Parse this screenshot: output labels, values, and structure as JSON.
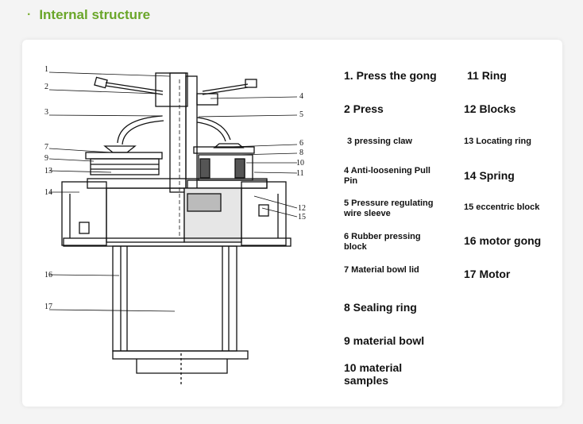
{
  "header": {
    "title": "Internal structure",
    "bullet": "·"
  },
  "callouts": [
    "1",
    "2",
    "3",
    "4",
    "5",
    "6",
    "7",
    "8",
    "9",
    "10",
    "11",
    "12",
    "13",
    "14",
    "15",
    "16",
    "17"
  ],
  "legend": [
    {
      "id": "1",
      "text": "1. Press the gong"
    },
    {
      "id": "2",
      "text": "2 Press"
    },
    {
      "id": "3",
      "text": "3 pressing claw"
    },
    {
      "id": "4",
      "text": "4 Anti-loosening Pull Pin"
    },
    {
      "id": "5",
      "text": "5 Pressure regulating wire sleeve"
    },
    {
      "id": "6",
      "text": "6 Rubber pressing block"
    },
    {
      "id": "7",
      "text": "7 Material bowl lid"
    },
    {
      "id": "8",
      "text": "8 Sealing ring"
    },
    {
      "id": "9",
      "text": "9 material bowl"
    },
    {
      "id": "10",
      "text": "10 material samples"
    },
    {
      "id": "11",
      "text": "11 Ring"
    },
    {
      "id": "12",
      "text": "12 Blocks"
    },
    {
      "id": "13",
      "text": "13 Locating ring"
    },
    {
      "id": "14",
      "text": "14 Spring"
    },
    {
      "id": "15",
      "text": "15 eccentric block"
    },
    {
      "id": "16",
      "text": "16 motor gong"
    },
    {
      "id": "17",
      "text": "17 Motor"
    }
  ],
  "colors": {
    "accent": "#6aa629",
    "line": "#111111"
  }
}
